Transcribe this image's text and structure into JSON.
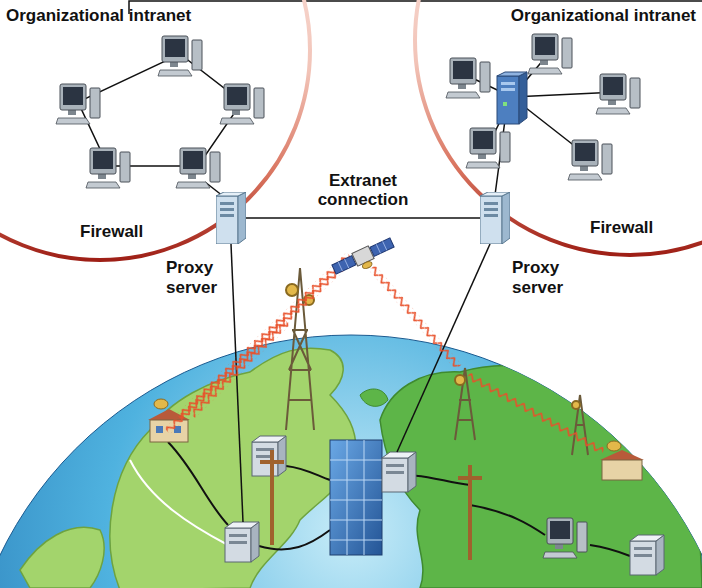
{
  "diagram": {
    "nodes": [
      {
        "text": [
          "Organizational intranet",
          "Firewall"
        ]
      },
      {
        "text": [
          "Organizational intranet",
          "Firewall"
        ]
      },
      {
        "text": [
          "Proxy server"
        ]
      },
      {
        "text": [
          "Proxy server"
        ]
      }
    ],
    "edges": [
      {
        "from": 2,
        "to": 3,
        "label": "Extranet connection",
        "arrow": "none"
      }
    ]
  }
}
